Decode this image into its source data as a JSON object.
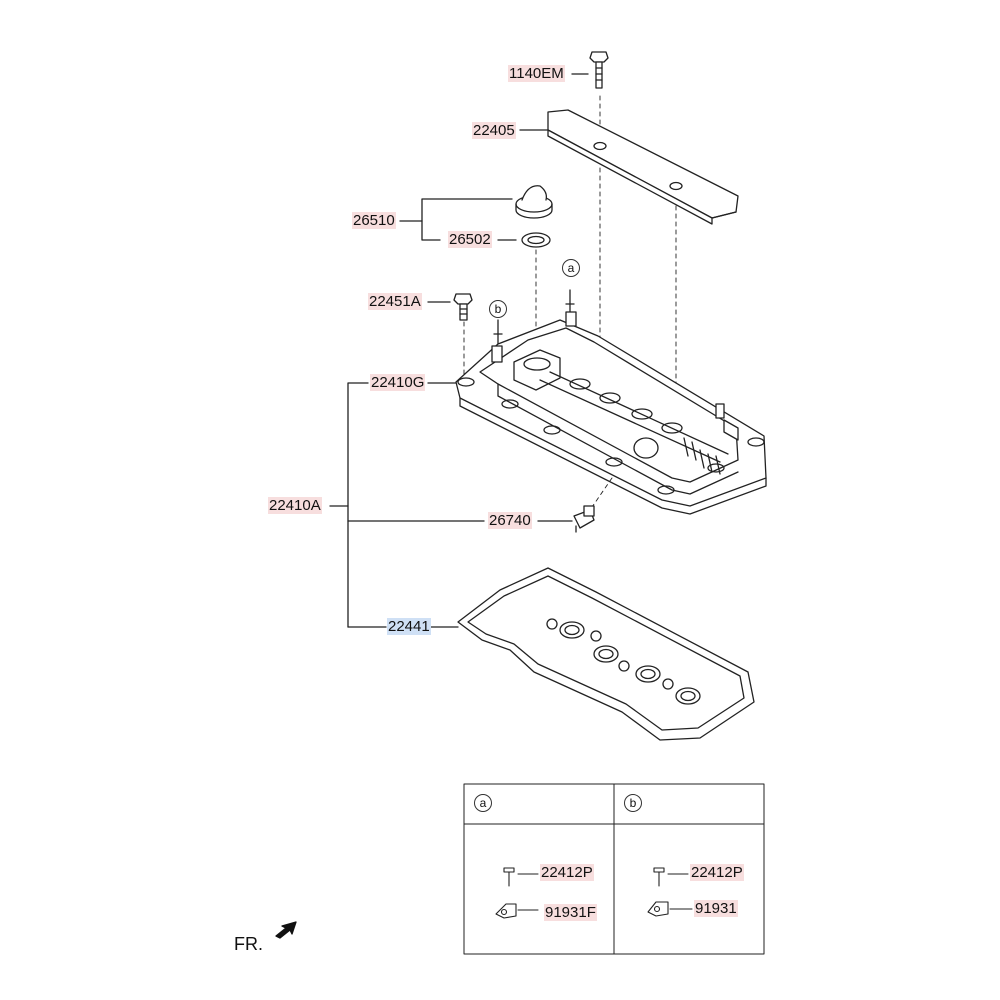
{
  "labels": {
    "p1140EM": "1140EM",
    "p22405": "22405",
    "p26510": "26510",
    "p26502": "26502",
    "p22451A": "22451A",
    "p22410G": "22410G",
    "p22410A": "22410A",
    "p26740": "26740",
    "p22441": "22441"
  },
  "callouts": {
    "a": "a",
    "b": "b"
  },
  "legend": {
    "col_a": {
      "marker": "a",
      "part1": "22412P",
      "part2": "91931F"
    },
    "col_b": {
      "marker": "b",
      "part1": "22412P",
      "part2": "91931"
    }
  },
  "front_marker": "FR.",
  "colors": {
    "label_bg": "#f7dede",
    "selected_bg": "#cfe0f5",
    "line": "#222222"
  }
}
